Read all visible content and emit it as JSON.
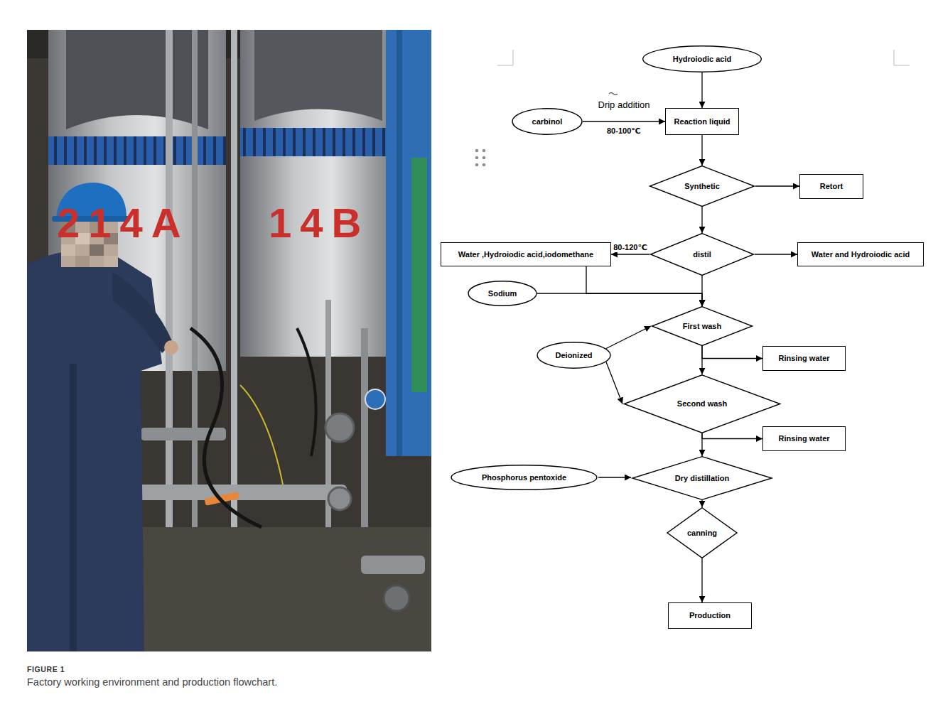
{
  "diagram": {
    "caption": "Factory working environment and production flowchart.",
    "nodes": [
      {
        "text": [
          "Hydroiodic acid"
        ]
      },
      {
        "text": [
          "carbinol"
        ]
      },
      {
        "text": [
          "Reaction liquid"
        ]
      },
      {
        "text": [
          "Synthetic"
        ]
      },
      {
        "text": [
          "Retort"
        ]
      },
      {
        "text": [
          "distil"
        ]
      },
      {
        "text": [
          "Water ,Hydroiodic acid,iodomethane"
        ]
      },
      {
        "text": [
          "Water and Hydroiodic acid"
        ]
      },
      {
        "text": [
          "Sodium"
        ]
      },
      {
        "text": [
          "First wash"
        ]
      },
      {
        "text": [
          "Deionized"
        ]
      },
      {
        "text": [
          "Rinsing water"
        ]
      },
      {
        "text": [
          "Second wash"
        ]
      },
      {
        "text": [
          "Rinsing water"
        ]
      },
      {
        "text": [
          "Phosphorus pentoxide"
        ]
      },
      {
        "text": [
          "Dry distillation"
        ]
      },
      {
        "text": [
          "canning"
        ]
      },
      {
        "text": [
          "Production"
        ]
      }
    ],
    "edges": [
      {
        "from": 0,
        "to": 2,
        "arrow": "to"
      },
      {
        "from": 1,
        "to": 2,
        "label": "Drip addition",
        "arrow": "to"
      },
      {
        "from": 2,
        "to": 3,
        "arrow": "to"
      },
      {
        "from": 3,
        "to": 4,
        "arrow": "to"
      },
      {
        "from": 3,
        "to": 5,
        "arrow": "to"
      },
      {
        "from": 5,
        "to": 6,
        "label": "80-120℃",
        "arrow": "to"
      },
      {
        "from": 5,
        "to": 7,
        "arrow": "to"
      },
      {
        "from": 5,
        "to": 9,
        "arrow": "to"
      },
      {
        "from": 6,
        "to": 9,
        "arrow": "to"
      },
      {
        "from": 8,
        "to": 9,
        "arrow": "to"
      },
      {
        "from": 10,
        "to": 9,
        "arrow": "to"
      },
      {
        "from": 9,
        "to": 11,
        "arrow": "to"
      },
      {
        "from": 9,
        "to": 12,
        "arrow": "to"
      },
      {
        "from": 10,
        "to": 12,
        "arrow": "to"
      },
      {
        "from": 12,
        "to": 13,
        "arrow": "to"
      },
      {
        "from": 12,
        "to": 15,
        "arrow": "to"
      },
      {
        "from": 14,
        "to": 15,
        "arrow": "to"
      },
      {
        "from": 15,
        "to": 16,
        "arrow": "to"
      },
      {
        "from": 16,
        "to": 17,
        "arrow": "to"
      }
    ],
    "labels": [
      "80-100℃",
      "214A",
      "14B",
      "FIGURE 1"
    ]
  }
}
